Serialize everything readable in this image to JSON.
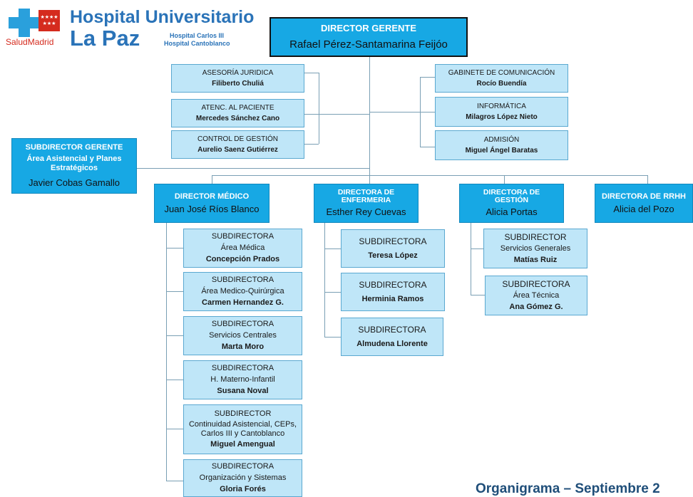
{
  "logo": {
    "brand": "SaludMadrid",
    "hospital_line1": "Hospital Universitario",
    "hospital_line2": "La Paz",
    "annex1": "Hospital Carlos III",
    "annex2": "Hospital Cantoblanco"
  },
  "director_gerente": {
    "title": "DIRECTOR GERENTE",
    "name": "Rafael Pérez-Santamarina Feijóo"
  },
  "staff_left": [
    {
      "title": "ASESORÍA JURIDICA",
      "name": "Filiberto Chuliá"
    },
    {
      "title": "ATENC. AL PACIENTE",
      "name": "Mercedes Sánchez Cano"
    },
    {
      "title": "CONTROL DE GESTIÓN",
      "name": "Aurelio Saenz Gutiérrez"
    }
  ],
  "staff_right": [
    {
      "title": "GABINETE DE COMUNICACIÓN",
      "name": "Rocío Buendía"
    },
    {
      "title": "INFORMÁTICA",
      "name": "Milagros López Nieto"
    },
    {
      "title": "ADMISIÓN",
      "name": "Miguel Ángel Baratas"
    }
  ],
  "subdirector_gerente": {
    "title": "SUBDIRECTOR GERENTE",
    "subtitle": "Área Asistencial y Planes Estratégicos",
    "name": "Javier Cobas Gamallo"
  },
  "directors": [
    {
      "title": "DIRECTOR MÉDICO",
      "name": "Juan José Ríos Blanco"
    },
    {
      "title": "DIRECTORA DE ENFERMERIA",
      "name": "Esther Rey Cuevas"
    },
    {
      "title": "DIRECTORA DE GESTIÓN",
      "name": "Alicia Portas"
    },
    {
      "title": "DIRECTORA DE RRHH",
      "name": "Alicia del Pozo"
    }
  ],
  "medico_subs": [
    {
      "role": "SUBDIRECTORA",
      "area": "Área Médica",
      "name": "Concepción Prados"
    },
    {
      "role": "SUBDIRECTORA",
      "area": "Área Medico-Quirúrgica",
      "name": "Carmen Hernandez G."
    },
    {
      "role": "SUBDIRECTORA",
      "area": "Servicios Centrales",
      "name": "Marta Moro"
    },
    {
      "role": "SUBDIRECTORA",
      "area": "H. Materno-Infantil",
      "name": "Susana Noval"
    },
    {
      "role": "SUBDIRECTOR",
      "area": "Continuidad Asistencial, CEPs, Carlos III y Cantoblanco",
      "name": "Miguel Amengual"
    },
    {
      "role": "SUBDIRECTORA",
      "area": "Organización y Sistemas",
      "name": "Gloria Forés"
    }
  ],
  "enfermeria_subs": [
    {
      "role": "SUBDIRECTORA",
      "name": "Teresa López"
    },
    {
      "role": "SUBDIRECTORA",
      "name": "Herminia Ramos"
    },
    {
      "role": "SUBDIRECTORA",
      "name": "Almudena Llorente"
    }
  ],
  "gestion_subs": [
    {
      "role": "SUBDIRECTOR",
      "area": "Servicios Generales",
      "name": "Matías Ruiz"
    },
    {
      "role": "SUBDIRECTORA",
      "area": "Área Técnica",
      "name": "Ana Gómez G."
    }
  ],
  "footer": "Organigrama – Septiembre 2",
  "colors": {
    "director_fill": "#17a8e4",
    "staff_fill": "#bfe6f8",
    "footer": "#1f4e79"
  }
}
